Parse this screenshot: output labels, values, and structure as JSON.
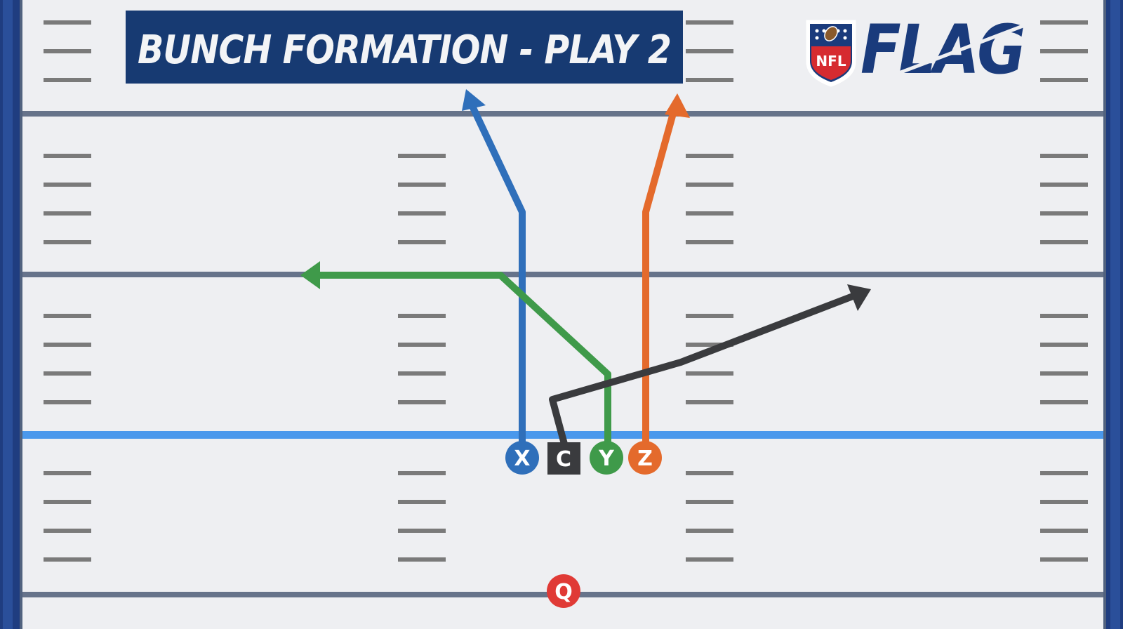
{
  "title": "BUNCH FORMATION - PLAY 2",
  "logo": {
    "shield_text": "NFL",
    "word": "FLAG",
    "icon": "nfl-shield-icon"
  },
  "players": [
    {
      "id": "X",
      "label": "X",
      "role": "receiver",
      "shape": "circle",
      "color": "#2f6fba"
    },
    {
      "id": "C",
      "label": "C",
      "role": "center",
      "shape": "square",
      "color": "#3a3b3e"
    },
    {
      "id": "Y",
      "label": "Y",
      "role": "receiver",
      "shape": "circle",
      "color": "#3f9a4a"
    },
    {
      "id": "Z",
      "label": "Z",
      "role": "receiver",
      "shape": "circle",
      "color": "#e46a2c"
    },
    {
      "id": "Q",
      "label": "Q",
      "role": "quarterback",
      "shape": "circle",
      "color": "#e03a36"
    }
  ],
  "routes": [
    {
      "player": "X",
      "description": "straight up then angle outside-left",
      "color": "#2f6fba"
    },
    {
      "player": "Y",
      "description": "up, angle left, then flat to the left",
      "color": "#3f9a4a"
    },
    {
      "player": "Z",
      "description": "straight up then angle outside-right",
      "color": "#e46a2c"
    },
    {
      "player": "C",
      "description": "short step left then long diagonal to the right",
      "color": "#3a3b3e"
    }
  ],
  "field": {
    "turf_color": "#eeeff2",
    "yard_line_color": "#66738a",
    "line_of_scrimmage_color": "#4a98ec",
    "hash_color": "#7a7a7a",
    "border_color": "#24478f"
  }
}
